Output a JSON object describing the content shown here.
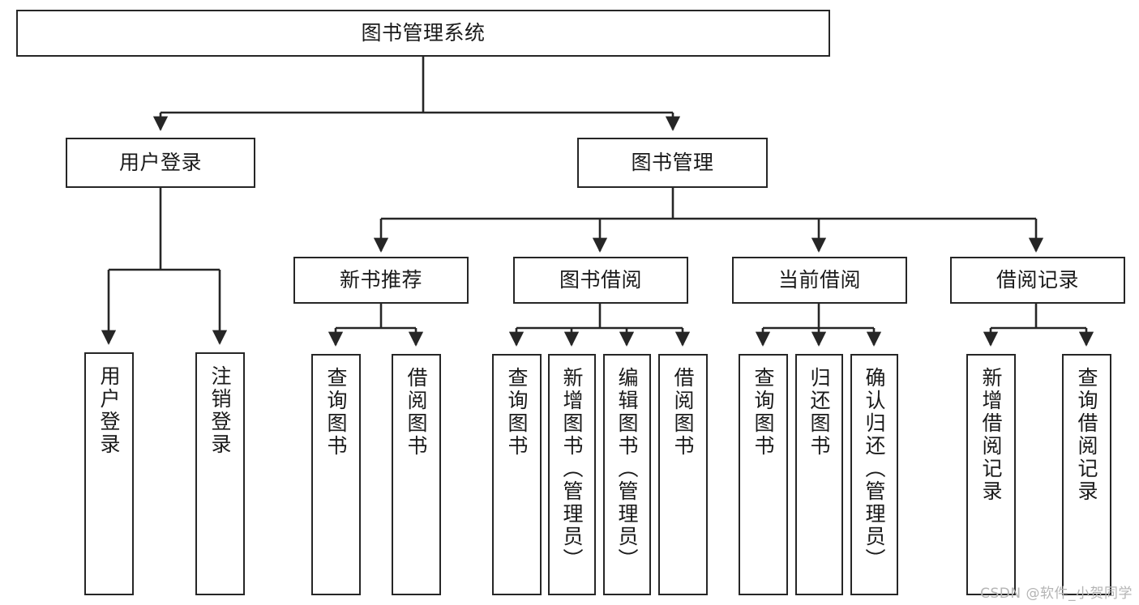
{
  "diagram": {
    "title": "图书管理系统",
    "type": "tree-hierarchy-diagram",
    "watermark": "CSDN @软件_小贺同学",
    "colors": {
      "node_border": "#262626",
      "node_fill": "#ffffff",
      "edge": "#262626",
      "text": "#1a1a1a",
      "watermark": "#b4b4b4",
      "background": "#ffffff"
    },
    "root": {
      "label": "图书管理系统"
    },
    "level1": [
      {
        "id": "user-login",
        "label": "用户登录"
      },
      {
        "id": "book-management",
        "label": "图书管理"
      }
    ],
    "level2": [
      {
        "id": "new-book-recommend",
        "label": "新书推荐"
      },
      {
        "id": "book-borrow",
        "label": "图书借阅"
      },
      {
        "id": "current-borrow",
        "label": "当前借阅"
      },
      {
        "id": "borrow-record",
        "label": "借阅记录"
      }
    ],
    "leaves": {
      "user_login": [
        {
          "id": "leaf-user-login",
          "label": "用户登录"
        },
        {
          "id": "leaf-logout-login",
          "label": "注销登录"
        }
      ],
      "new_book_recommend": [
        {
          "id": "leaf-query-book-1",
          "label": "查询图书"
        },
        {
          "id": "leaf-borrow-book-1",
          "label": "借阅图书"
        }
      ],
      "book_borrow": [
        {
          "id": "leaf-query-book-2",
          "label": "查询图书"
        },
        {
          "id": "leaf-add-book",
          "label": "新增图书（管理员）"
        },
        {
          "id": "leaf-edit-book",
          "label": "编辑图书（管理员）"
        },
        {
          "id": "leaf-borrow-book-2",
          "label": "借阅图书"
        }
      ],
      "current_borrow": [
        {
          "id": "leaf-query-book-3",
          "label": "查询图书"
        },
        {
          "id": "leaf-return-book",
          "label": "归还图书"
        },
        {
          "id": "leaf-confirm-return",
          "label": "确认归还（管理员）"
        }
      ],
      "borrow_record": [
        {
          "id": "leaf-add-borrow-record",
          "label": "新增借阅记录"
        },
        {
          "id": "leaf-query-borrow-record",
          "label": "查询借阅记录"
        }
      ]
    }
  }
}
